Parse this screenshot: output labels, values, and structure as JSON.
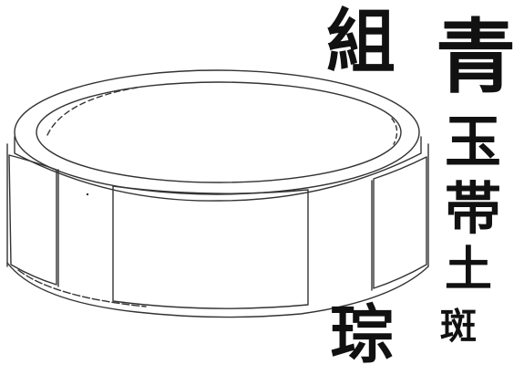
{
  "artwork": {
    "object_name": "jade-cong-ring",
    "calligraphy": {
      "column_1": "組",
      "column_2_top": "青",
      "column_2_a": "玉",
      "column_2_b": "帯",
      "column_2_c": "土",
      "column_2_d": "斑",
      "bottom_left": "琮"
    },
    "colors": {
      "ink": "#111111",
      "paper": "#ffffff"
    }
  }
}
